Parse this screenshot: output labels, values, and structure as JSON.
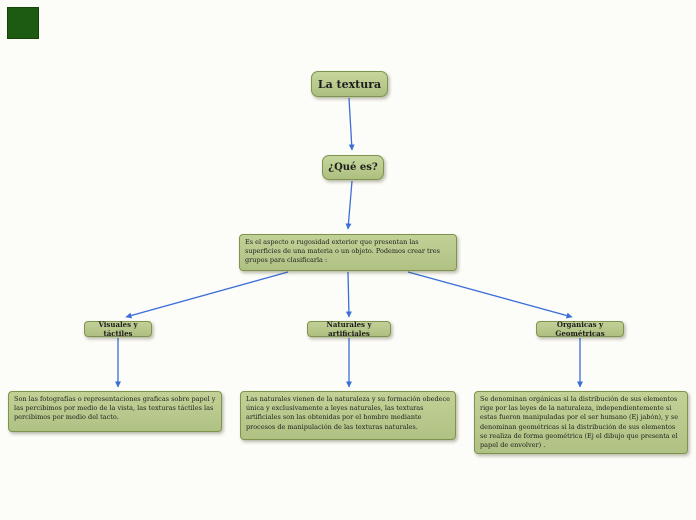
{
  "canvas": {
    "background_color": "#fcfcf8",
    "node_fill_color": "#b7c98c",
    "node_border_color": "#7e934d",
    "arrow_color": "#3a6fd8",
    "corner_swatch_color": "#1d5a12"
  },
  "nodes": {
    "root": {
      "label": "La textura"
    },
    "question": {
      "label": "¿Qué es?"
    },
    "definition": {
      "text": "Es el aspecto o rugosidad exterior que presentan las superficies de una materia o un objeto. Podemos crear tres grupos para clasificarla :"
    },
    "branch_visuales": {
      "label": "Visuales y táctiles",
      "description": "Son las fotografías o representaciones graficas sobre papel y las percibimos por medio de la vista, las texturas táctiles las percibimos por medio del tacto."
    },
    "branch_naturales": {
      "label": "Naturales y artificiales",
      "description": "Las naturales vienen de la naturaleza y su formación obedece única y exclusivamente a leyes naturales, las texturas artificiales son las obtenidas por el hombre mediante procesos de manipulación de las texturas naturales."
    },
    "branch_organicas": {
      "label": "Orgánicas y Geométricas",
      "description": "Se denominan orgánicas si la distribución de sus elementos rige por las leyes de la naturaleza, independientemente si estas fueron manipuladas por el ser humano (Ej jabón), y se denominan geométricas si la distribución de sus elementos se realiza de forma geométrica (Ej el dibujo que presenta el papel de envolver) ."
    }
  }
}
